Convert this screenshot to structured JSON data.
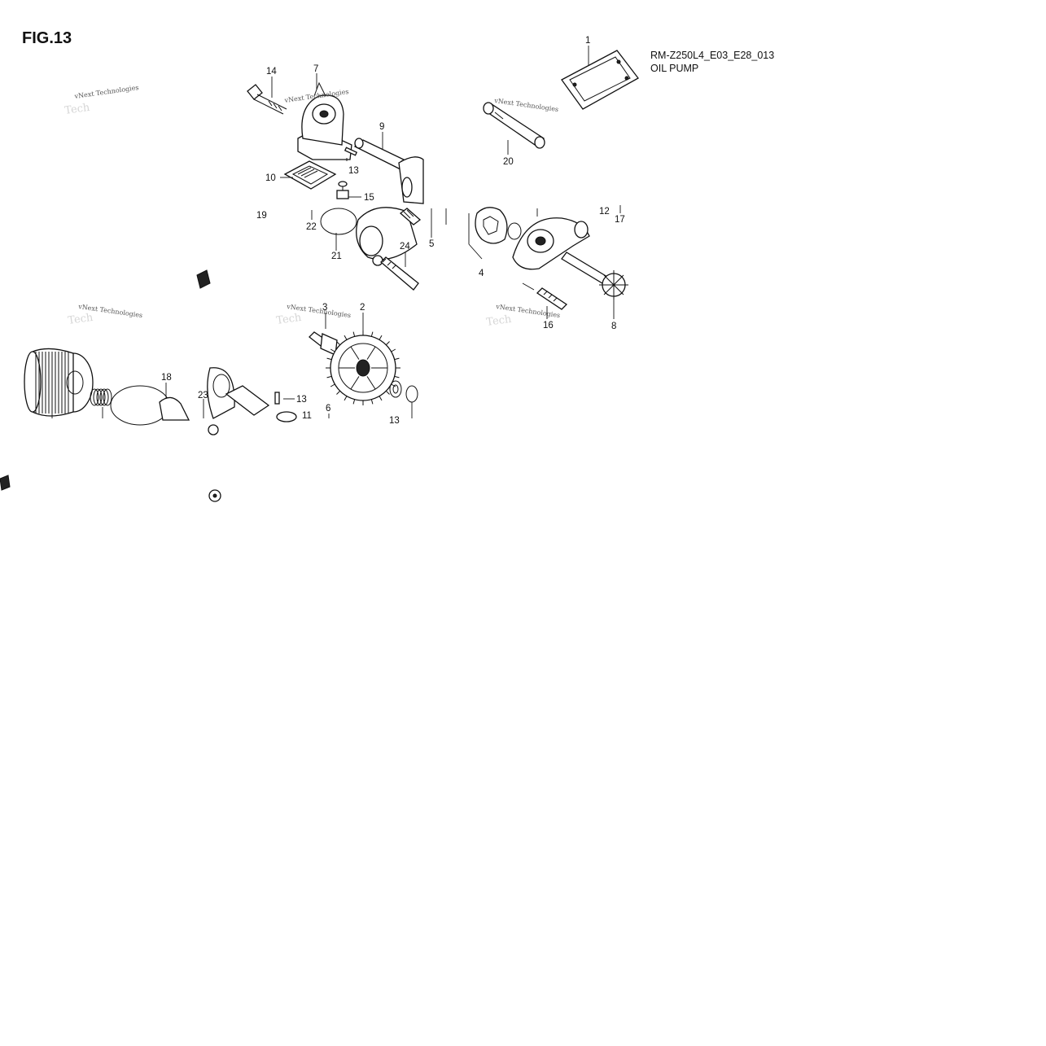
{
  "figure": {
    "title": "FIG.13",
    "code": "RM-Z250L4_E03_E28_013",
    "subtitle": "OIL PUMP"
  },
  "watermark": "vNext Technologies",
  "callouts": [
    {
      "id": "c1",
      "label": "1"
    },
    {
      "id": "c2",
      "label": "2"
    },
    {
      "id": "c3",
      "label": "3"
    },
    {
      "id": "c4",
      "label": "4"
    },
    {
      "id": "c5",
      "label": "5"
    },
    {
      "id": "c6",
      "label": "6"
    },
    {
      "id": "c7",
      "label": "7"
    },
    {
      "id": "c8",
      "label": "8"
    },
    {
      "id": "c9",
      "label": "9"
    },
    {
      "id": "c10",
      "label": "10"
    },
    {
      "id": "c11",
      "label": "11"
    },
    {
      "id": "c12",
      "label": "12"
    },
    {
      "id": "c13a",
      "label": "13"
    },
    {
      "id": "c13b",
      "label": "13"
    },
    {
      "id": "c13c",
      "label": "13"
    },
    {
      "id": "c14",
      "label": "14"
    },
    {
      "id": "c15",
      "label": "15"
    },
    {
      "id": "c16",
      "label": "16"
    },
    {
      "id": "c17",
      "label": "17"
    },
    {
      "id": "c18",
      "label": "18"
    },
    {
      "id": "c19",
      "label": "19"
    },
    {
      "id": "c20",
      "label": "20"
    },
    {
      "id": "c21",
      "label": "21"
    },
    {
      "id": "c22",
      "label": "22"
    },
    {
      "id": "c23",
      "label": "23"
    },
    {
      "id": "c24",
      "label": "24"
    }
  ]
}
